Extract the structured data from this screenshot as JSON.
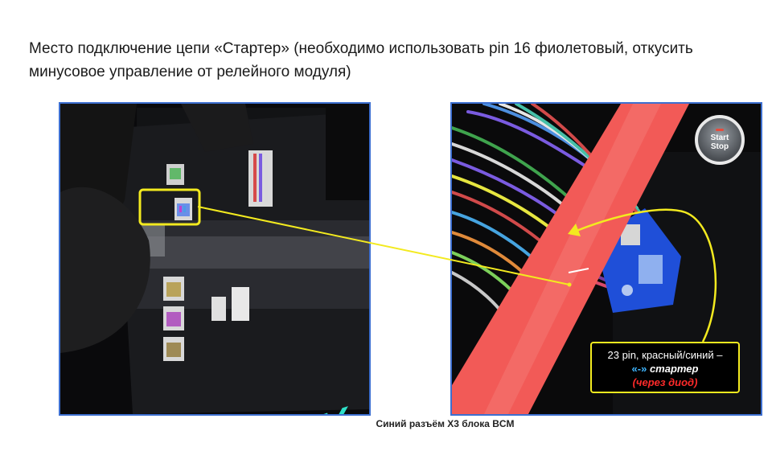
{
  "slide": {
    "title": "Место подключение цепи «Стартер» (необходимо использовать pin 16 фиолетовый, откусить минусовое управление от релейного модуля)",
    "caption": "Синий разъём Х3 блока BCM"
  },
  "left_photo": {
    "ok_mark": "OK"
  },
  "right_photo": {
    "button_line1": "Start",
    "button_line2": "Stop",
    "callout": {
      "pin": "23 pin, красный/синий –",
      "quote": "«-»",
      "starter": "стартер",
      "diode": "(через диод)"
    }
  },
  "colors": {
    "frame": "#3d6fd0",
    "highlight": "#f3ea1f",
    "ok_mark": "#2ee0c8",
    "connector": "#1f4fd8",
    "tool": "#f25a57"
  }
}
